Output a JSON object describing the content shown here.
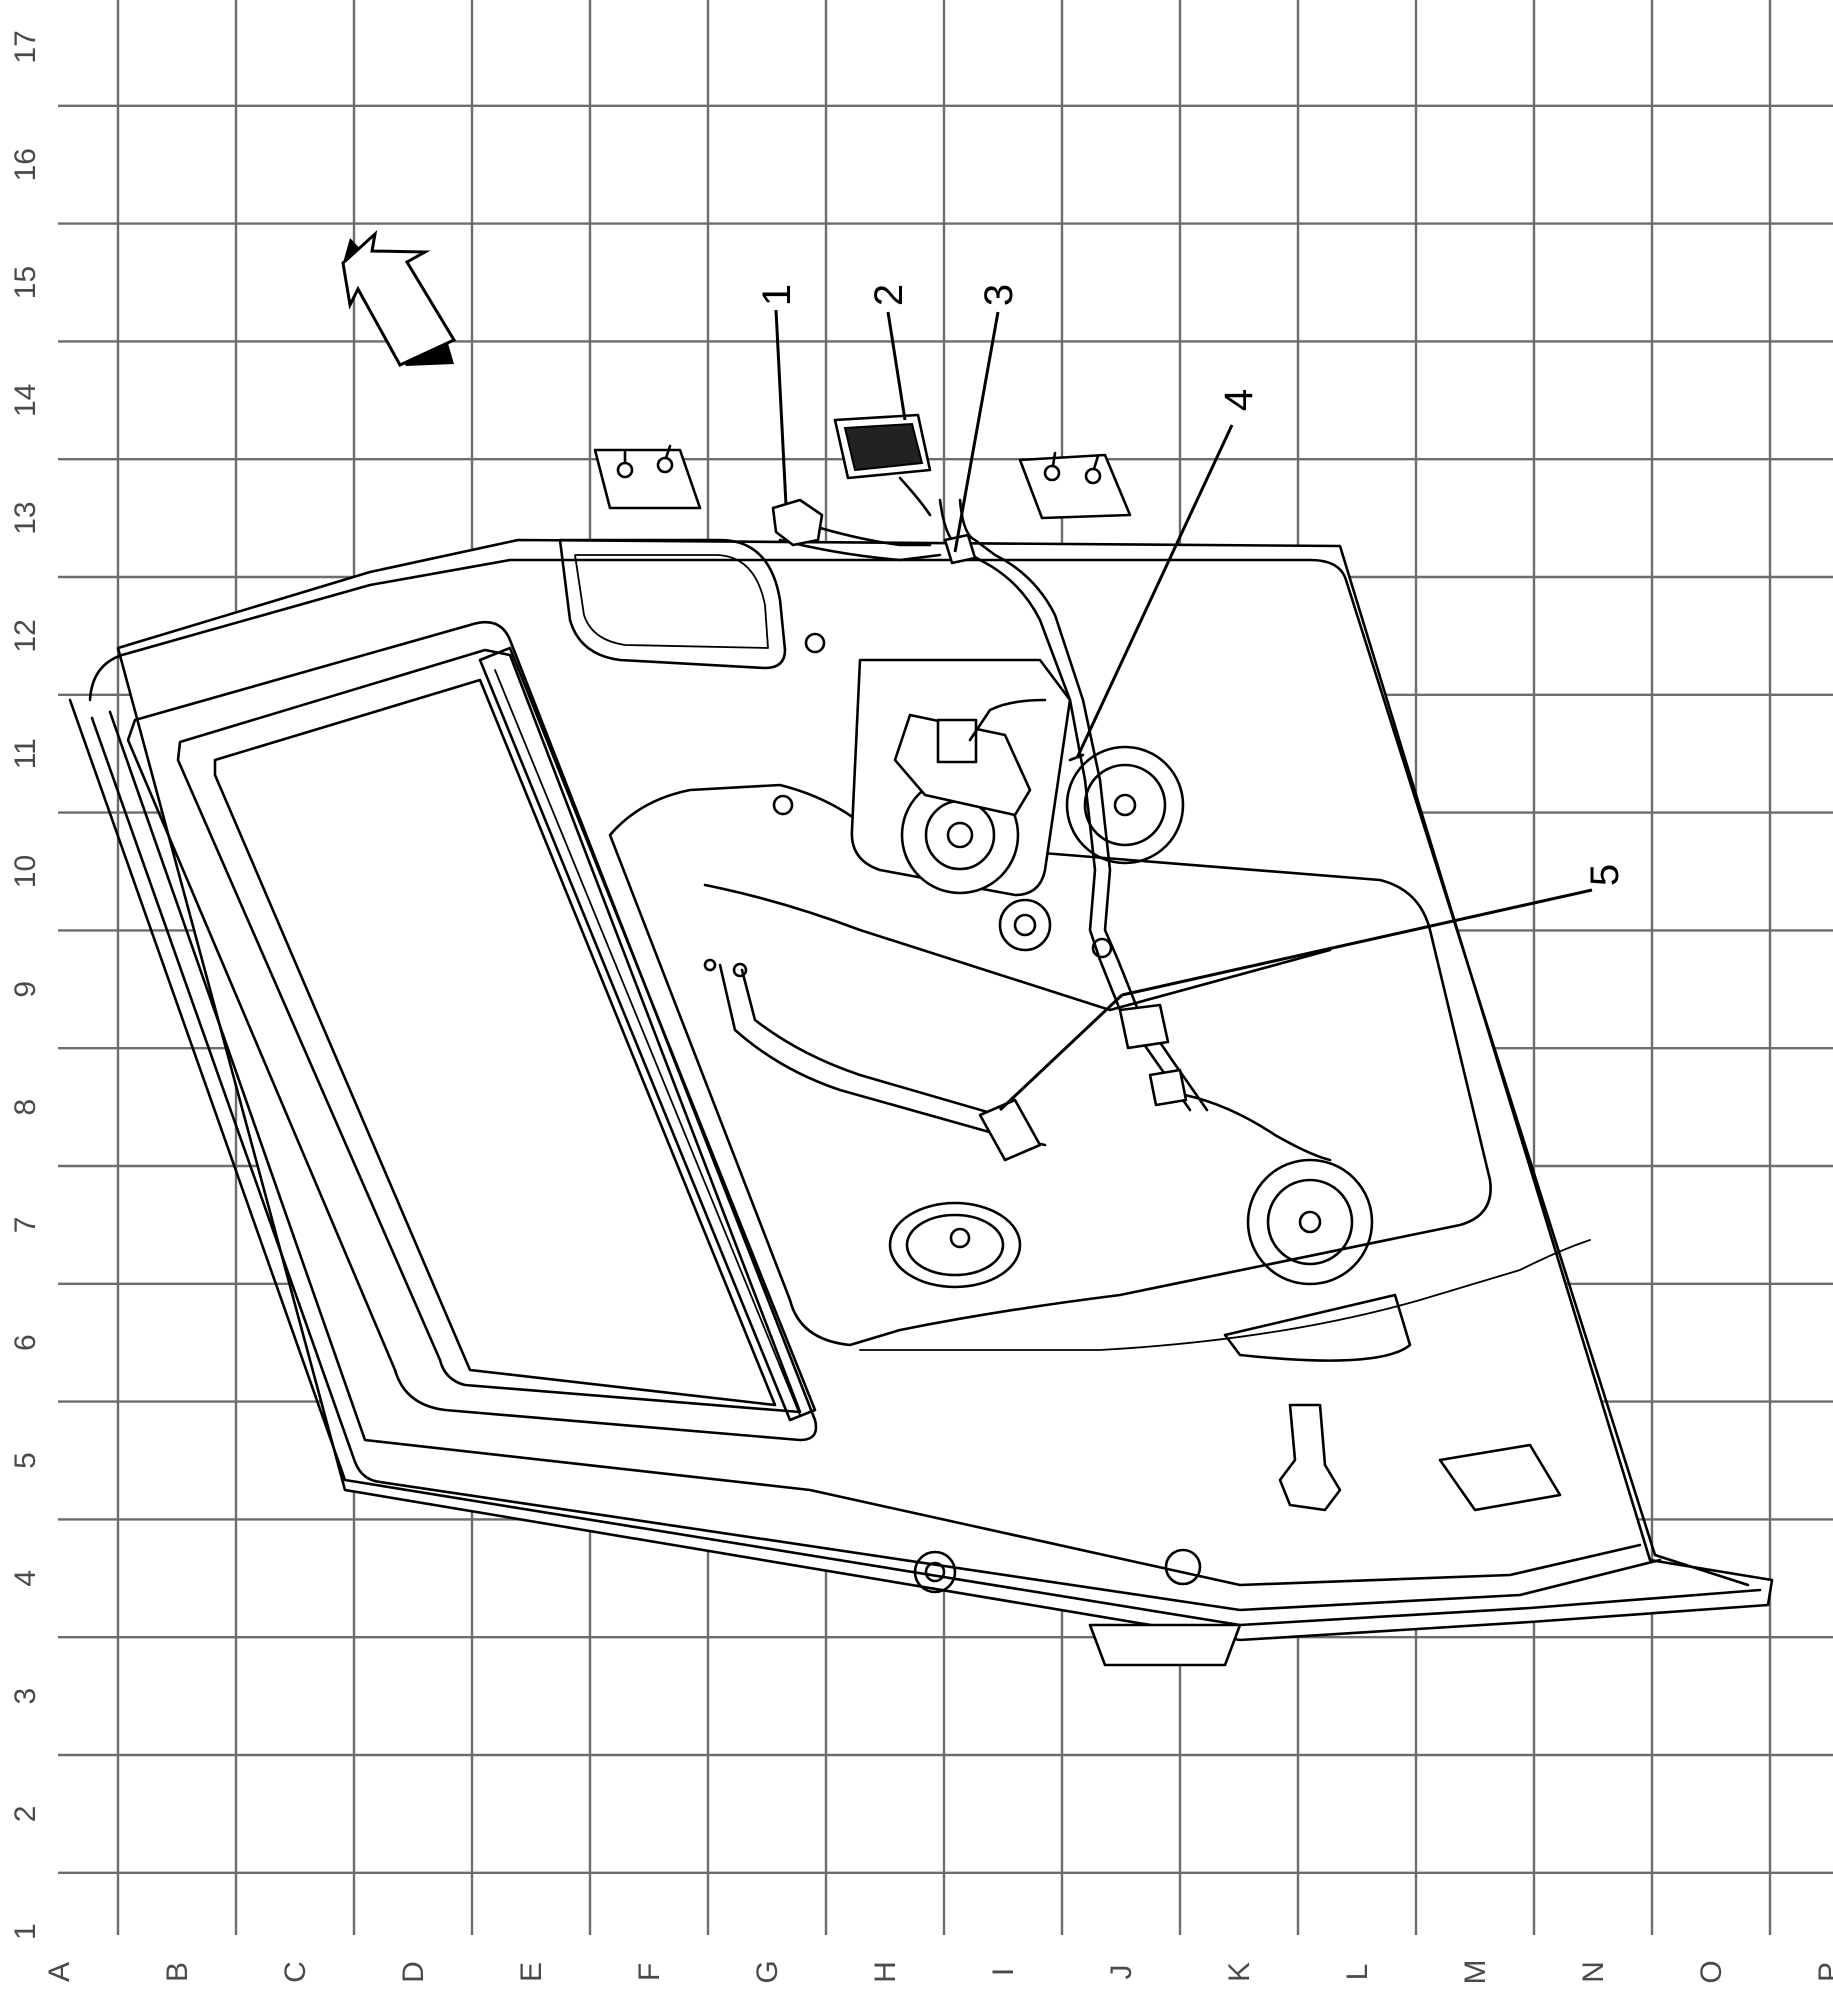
{
  "grid": {
    "column_labels": [
      "A",
      "B",
      "C",
      "D",
      "E",
      "F",
      "G",
      "H",
      "I",
      "J",
      "K",
      "L",
      "M",
      "N",
      "O",
      "P"
    ],
    "row_labels": [
      "1",
      "2",
      "3",
      "4",
      "5",
      "6",
      "7",
      "8",
      "9",
      "10",
      "11",
      "12",
      "13",
      "14",
      "15",
      "16",
      "17"
    ]
  },
  "callouts": [
    "1",
    "2",
    "3",
    "4",
    "5"
  ],
  "colors": {
    "grid": "#6d6d6d",
    "ink": "#000000",
    "label": "#4a4a4a"
  },
  "icons": {
    "direction_arrow": "front-direction-arrow-icon"
  }
}
